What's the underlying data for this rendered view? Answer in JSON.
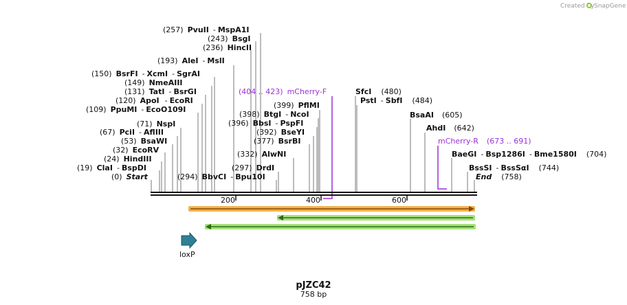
{
  "header": {
    "created_by": "Created by",
    "brand": "SnapGene"
  },
  "plasmid": {
    "name": "pJZC42",
    "length": "758 bp"
  },
  "axis": {
    "ticks": [
      "200",
      "400",
      "600"
    ]
  },
  "sites_left": [
    {
      "pos": "(257)",
      "names": [
        "PvuII",
        "MspA1I"
      ]
    },
    {
      "pos": "(243)",
      "names": [
        "BsgI"
      ]
    },
    {
      "pos": "(236)",
      "names": [
        "HincII"
      ]
    },
    {
      "pos": "(193)",
      "names": [
        "AleI",
        "MslI"
      ]
    },
    {
      "pos": "(150)",
      "names": [
        "BsrFI",
        "XcmI",
        "SgrAI"
      ]
    },
    {
      "pos": "(149)",
      "names": [
        "NmeAIII"
      ]
    },
    {
      "pos": "(131)",
      "names": [
        "TatI",
        "BsrGI"
      ]
    },
    {
      "pos": "(120)",
      "names": [
        "ApoI",
        "EcoRI"
      ]
    },
    {
      "pos": "(109)",
      "names": [
        "PpuMI",
        "EcoO109I"
      ]
    },
    {
      "pos": "(71)",
      "names": [
        "NspI"
      ]
    },
    {
      "pos": "(67)",
      "names": [
        "PciI",
        "AflIII"
      ]
    },
    {
      "pos": "(53)",
      "names": [
        "BsaWI"
      ]
    },
    {
      "pos": "(32)",
      "names": [
        "EcoRV"
      ]
    },
    {
      "pos": "(24)",
      "names": [
        "HindIII"
      ]
    },
    {
      "pos": "(19)",
      "names": [
        "ClaI",
        "BspDI"
      ]
    },
    {
      "pos": "(0)",
      "names": [
        "Start"
      ]
    }
  ],
  "sites_mid": [
    {
      "pos": "(399)",
      "names": [
        "PflMI"
      ]
    },
    {
      "pos": "(398)",
      "names": [
        "BtgI",
        "NcoI"
      ]
    },
    {
      "pos": "(396)",
      "names": [
        "BbsI",
        "PspFI"
      ]
    },
    {
      "pos": "(392)",
      "names": [
        "BseYI"
      ]
    },
    {
      "pos": "(377)",
      "names": [
        "BsrBI"
      ]
    },
    {
      "pos": "(332)",
      "names": [
        "AlwNI"
      ]
    },
    {
      "pos": "(297)",
      "names": [
        "DrdI"
      ]
    },
    {
      "pos": "(294)",
      "names": [
        "BbvCI",
        "Bpu10I"
      ]
    }
  ],
  "sites_right": [
    {
      "pos": "(480)",
      "names": [
        "SfcI"
      ]
    },
    {
      "pos": "(484)",
      "names": [
        "PstI",
        "SbfI"
      ]
    },
    {
      "pos": "(605)",
      "names": [
        "BsaAI"
      ]
    },
    {
      "pos": "(642)",
      "names": [
        "AhdI"
      ]
    },
    {
      "pos": "(704)",
      "names": [
        "BaeGI",
        "Bsp1286I",
        "Bme1580I"
      ]
    },
    {
      "pos": "(744)",
      "names": [
        "BssSI",
        "BssSαI"
      ]
    },
    {
      "pos": "(758)",
      "names": [
        "End"
      ]
    }
  ],
  "primers": [
    {
      "name": "mCherry-F",
      "range": "(404 .. 423)"
    },
    {
      "name": "mCherry-R",
      "range": "(673 .. 691)"
    }
  ],
  "features": [
    {
      "name": "loxP",
      "color": "#2f7f95"
    }
  ],
  "colors": {
    "primer": "#9b30d9",
    "orange_fill": "#f0a330",
    "green_fill": "#a5e07a",
    "backbone": "#111111",
    "feature": "#2f7f95"
  }
}
